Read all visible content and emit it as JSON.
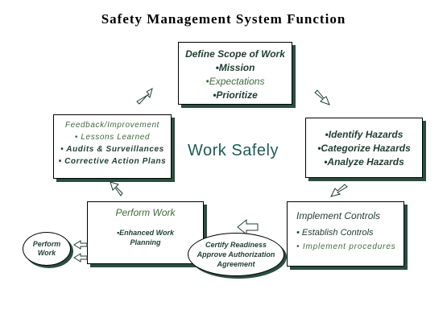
{
  "title": "Safety Management System Function",
  "center_label": "Work Safely",
  "scope": {
    "heading": "Define Scope of Work",
    "item1": "•Mission",
    "item2": "•Expectations",
    "item3": "•Prioritize"
  },
  "hazards": {
    "item1": "•Identify Hazards",
    "item2": "•Categorize Hazards",
    "item3": "•Analyze Hazards"
  },
  "controls": {
    "heading": "Implement Controls",
    "item1": "• Establish Controls",
    "item2": "• Implement procedures"
  },
  "perform": {
    "heading": "Perform Work",
    "item1": "•Enhanced Work",
    "item2": "Planning"
  },
  "feedback": {
    "heading": "Feedback/Improvement",
    "item1": "• Lessons Learned",
    "item2": "• Audits & Surveillances",
    "item3": "• Corrective Action Plans"
  },
  "ellipse_perform": {
    "line1": "Perform",
    "line2": "Work"
  },
  "ellipse_certify": {
    "line1": "Certify Readiness",
    "line2": "Approve Authorization",
    "line3": "Agreement"
  }
}
